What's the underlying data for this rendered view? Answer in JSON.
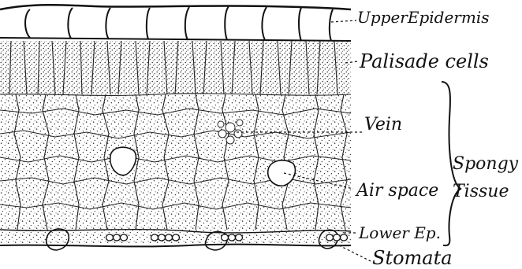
{
  "labels": {
    "upper_epidermis": "UpperEpidermis",
    "palisade_cells": "Palisade cells",
    "vein": "Vein",
    "air_space": "Air space",
    "lower_ep": "Lower Ep.",
    "stomata": "Stomata",
    "spongy": "Spongy",
    "tissue": "Tissue"
  },
  "colors": {
    "ink": "#111111",
    "paper": "#ffffff"
  }
}
